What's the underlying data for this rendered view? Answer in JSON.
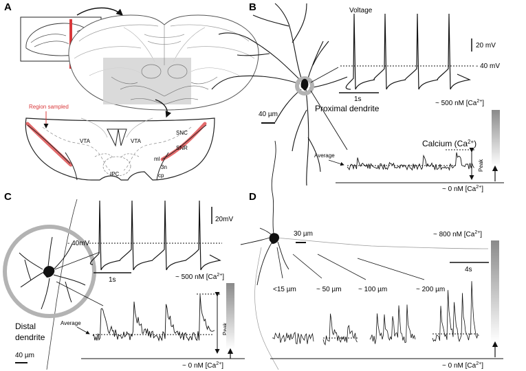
{
  "panels": {
    "A": {
      "letter": "A",
      "region_label": "Region sampled",
      "labels": {
        "vta_left": "VTA",
        "vta_right": "VTA",
        "snc": "SNC",
        "snr": "SNR",
        "ml": "ml",
        "n3": "3n",
        "cp": "cp",
        "ipc": "IPC"
      }
    },
    "B": {
      "letter": "B",
      "voltage_label": "Voltage",
      "volt_scale": "20 mV",
      "volt_threshold": "- 40 mV",
      "time_scale": "1s",
      "dendrite_label": "Proximal dendrite",
      "space_scale": "40 µm",
      "calcium_label": "Calcium (Ca",
      "calcium_sup": "2+",
      "calcium_close": ")",
      "average_label": "Average",
      "peak_label": "Peak",
      "ca_high": "~ 500 nM [Ca",
      "ca_low": "~ 0 nM [Ca",
      "ca_sup": "2+",
      "ca_close": "]"
    },
    "C": {
      "letter": "C",
      "volt_scale": "20mV",
      "volt_threshold": "- 40mV",
      "time_scale": "1s",
      "dendrite_label_1": "Distal",
      "dendrite_label_2": "dendrite",
      "space_scale": "40 µm",
      "average_label": "Average",
      "peak_label": "Peak",
      "ca_high": "~ 500 nM [Ca",
      "ca_low": "~ 0 nM [Ca",
      "ca_sup": "2+",
      "ca_close": "]"
    },
    "D": {
      "letter": "D",
      "space_scale": "30 µm",
      "time_scale": "4s",
      "distances": [
        "<15 µm",
        "~ 50 µm",
        "~ 100 µm",
        "~ 200 µm"
      ],
      "ca_high": "~ 800 nM [Ca",
      "ca_low": "~ 0 nM [Ca",
      "ca_sup": "2+",
      "ca_close": "]"
    }
  },
  "colors": {
    "region_red": "#d9383a",
    "ring_gray": "#b3b3b3",
    "shaded_gray": "#d4d4d4"
  }
}
